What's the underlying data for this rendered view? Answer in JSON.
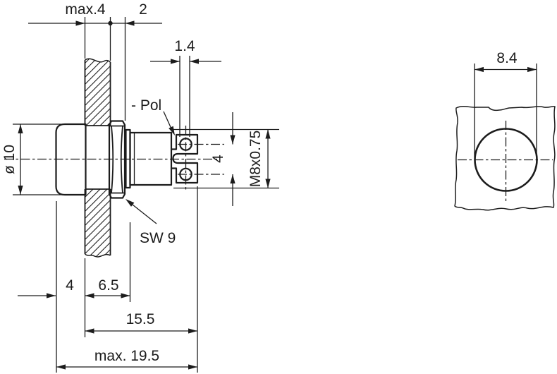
{
  "drawing": {
    "title": "panel-mount-indicator-dimension-drawing",
    "background_color": "#ffffff",
    "line_color": "#1c1c1c",
    "front_view": {
      "dimensions": {
        "panel_thickness": "max.4",
        "nut_thickness": "2",
        "terminal_thickness": "1.4",
        "head_diameter": "ø 10",
        "thread_spec": "M8x0.75",
        "terminal_hole_pitch": "4",
        "head_length": "4",
        "thread_length": "6.5",
        "body_length": "15.5",
        "total_length": "max. 19.5"
      },
      "callouts": {
        "polarity_label": "- Pol",
        "wrench_size_label": "SW 9"
      }
    },
    "cutout_view": {
      "dimensions": {
        "mounting_hole_diameter": "8.4"
      }
    }
  }
}
